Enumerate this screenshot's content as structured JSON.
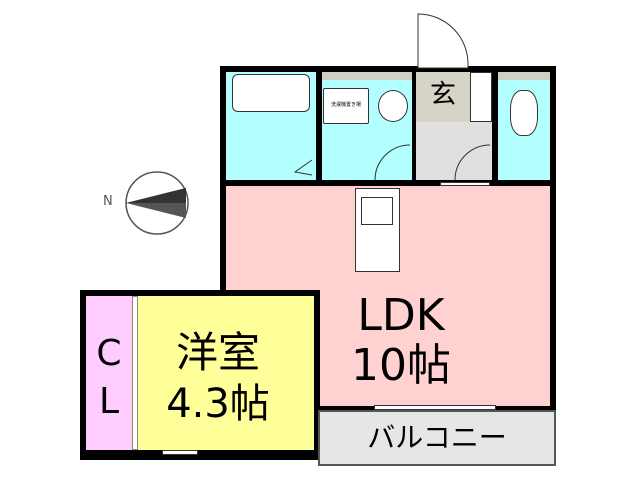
{
  "colors": {
    "ldk": "#ffd1d1",
    "wet": "#b3ffff",
    "western": "#ffff99",
    "closet": "#ffccff",
    "genkan": "#d6d3c7",
    "hall": "#e0e0e0",
    "balcony": "#e6e6e6"
  },
  "compass": {
    "label": "N"
  },
  "rooms": {
    "genkan": "玄",
    "washer": "洗濯機置き場",
    "ldk_name": "LDK",
    "ldk_size": "10帖",
    "western_name": "洋室",
    "western_size": "4.3帖",
    "closet_c": "C",
    "closet_l": "L",
    "balcony": "バルコニー"
  }
}
